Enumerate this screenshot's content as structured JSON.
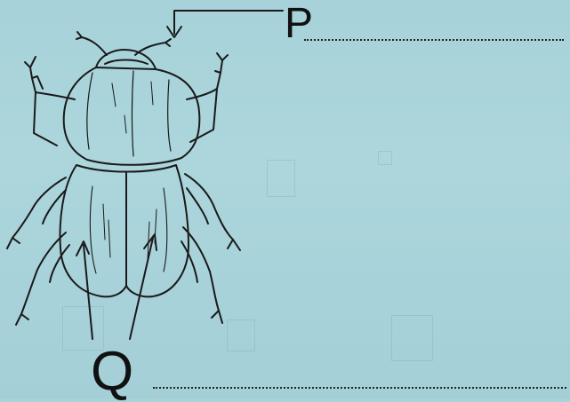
{
  "labels": {
    "p": "P",
    "q": "Q"
  },
  "colors": {
    "background": "#a9d3da",
    "ink": "#111111"
  },
  "icons": {
    "specimen": "beetle-illustration"
  }
}
